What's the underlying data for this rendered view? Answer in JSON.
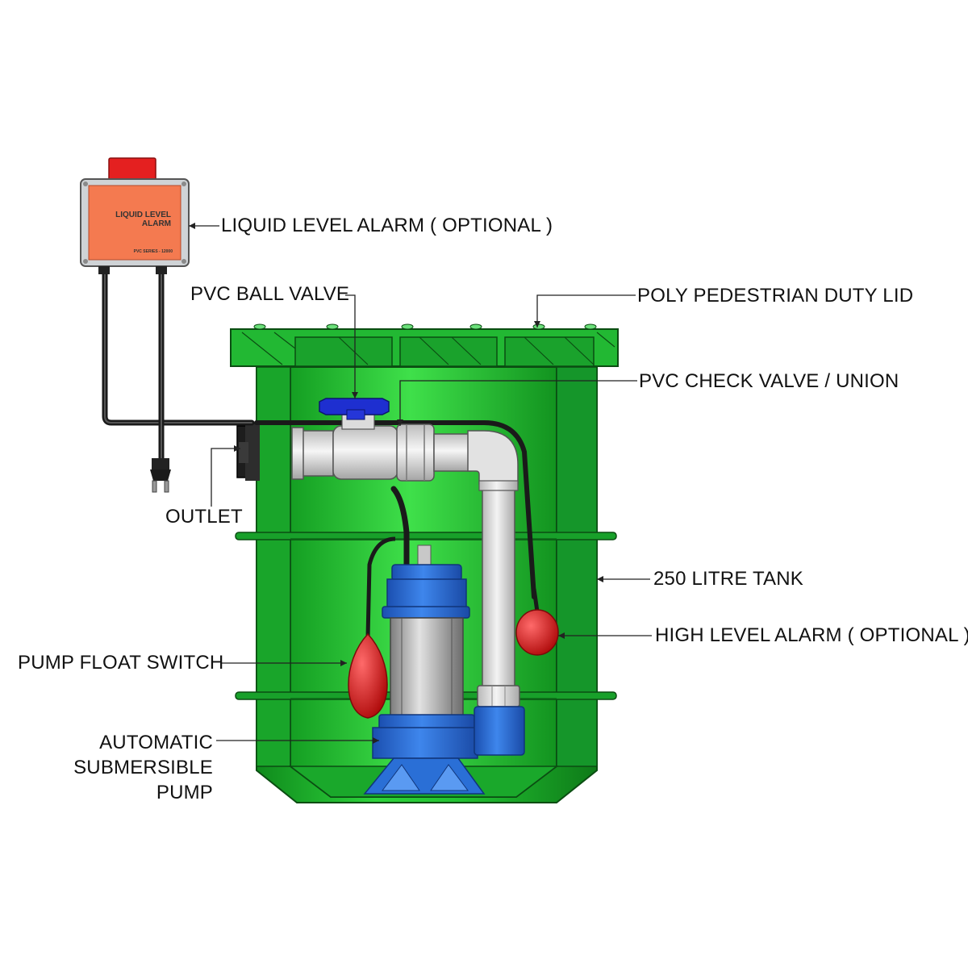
{
  "alarm_box": {
    "title_line1": "LIQUID LEVEL",
    "title_line2": "ALARM",
    "model": "PVC SERIES - 12000"
  },
  "labels": {
    "liquid_level_alarm": "LIQUID LEVEL ALARM ( OPTIONAL )",
    "pvc_ball_valve": "PVC BALL VALVE",
    "poly_lid": "POLY PEDESTRIAN DUTY LID",
    "pvc_check_valve": "PVC CHECK VALVE / UNION",
    "outlet": "OUTLET",
    "tank": "250 LITRE TANK",
    "high_level_alarm": "HIGH LEVEL ALARM ( OPTIONAL )",
    "pump_float_switch": "PUMP FLOAT SWITCH",
    "pump_line1": "AUTOMATIC",
    "pump_line2": "SUBMERSIBLE",
    "pump_line3": "PUMP"
  },
  "colors": {
    "tank_green": "#1fb52c",
    "tank_dark": "#0f6e18",
    "alarm_orange": "#f47a50",
    "alarm_red": "#e02020",
    "pump_blue": "#2a6fd6",
    "pipe_gray": "#d8d8d8",
    "valve_handle": "#1e2fd0",
    "float_red": "#e01818"
  }
}
